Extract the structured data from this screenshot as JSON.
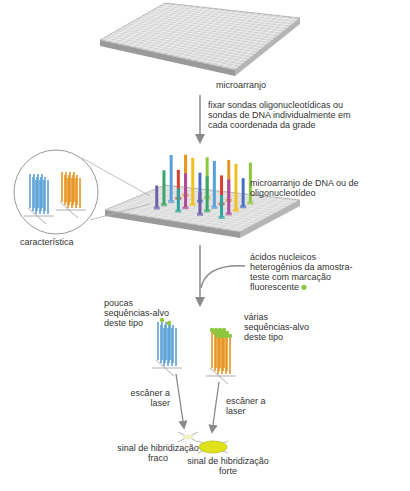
{
  "diagram": {
    "labels": [
      "microarranjo",
      "fixar sondas oligonucleotídicas ou sondas de DNA individualmente em cada coordenada da grade",
      "microarranjo de DNA ou de oligonucleotídeo",
      "característica",
      "ácidos nucleicos heterogênios da amostra-teste com marcação fluorescente",
      "poucas sequências-alvo deste tipo",
      "várias sequências-alvo deste tipo",
      "escâner a laser",
      "escâner a laser",
      "sinal de hibridização fraco",
      "sinal de hibridização forte"
    ]
  }
}
